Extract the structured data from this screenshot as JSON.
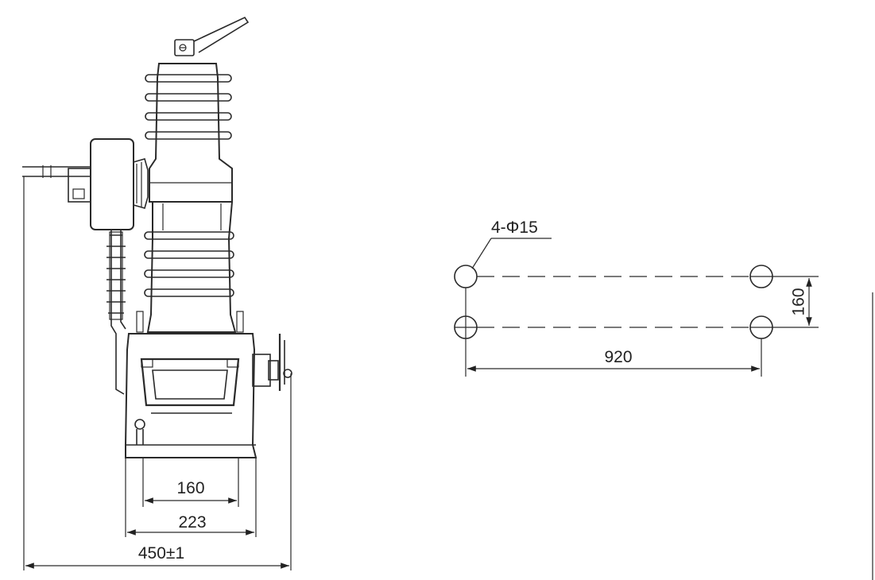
{
  "front_view": {
    "dim_inner": "160",
    "dim_base": "223",
    "dim_overall": "450±1"
  },
  "mounting_plan": {
    "hole_label": "4-Φ15",
    "dim_horizontal": "920",
    "dim_vertical": "160"
  }
}
